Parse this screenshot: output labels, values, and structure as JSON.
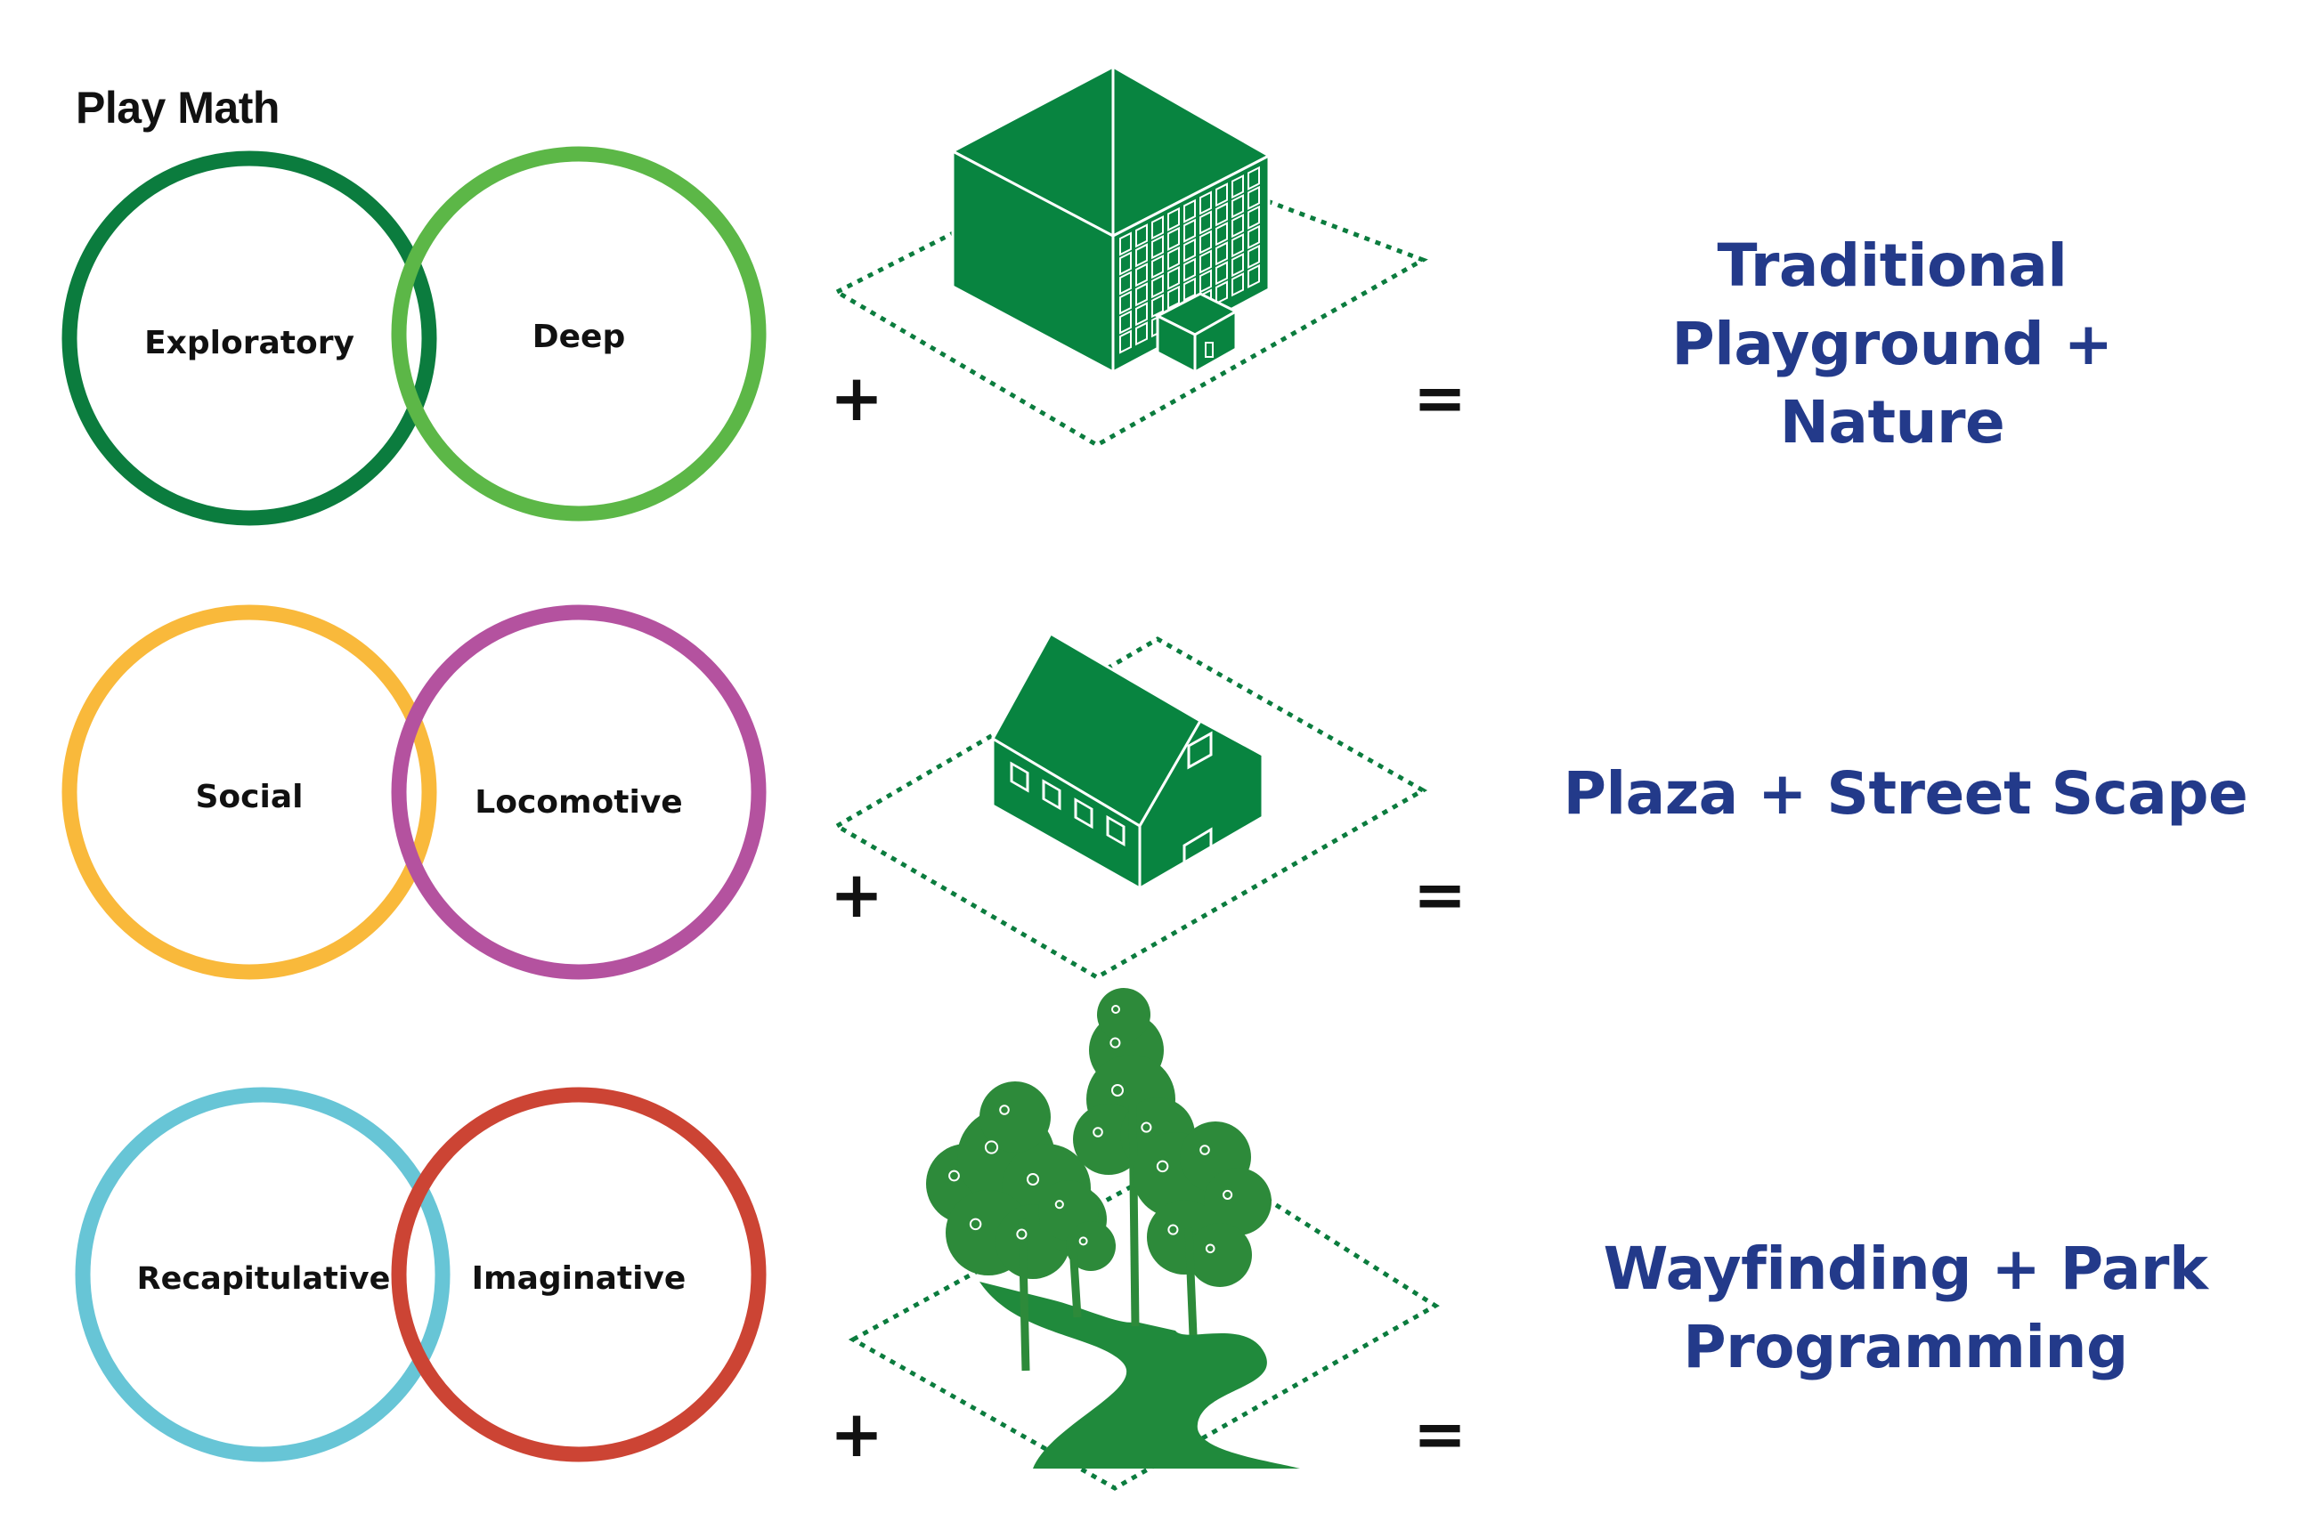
{
  "title": "Play Math",
  "colors": {
    "dark_green": "#0b7c3e",
    "light_green": "#5cb747",
    "yellow": "#f9b93b",
    "purple": "#b4529f",
    "cyan": "#67c5d6",
    "red": "#cc4434",
    "icon_green": "#088440",
    "path_green": "#208a3c",
    "tree_green": "#2d8a3a",
    "result_blue": "#233a8a"
  },
  "operators": {
    "plus": "+",
    "equals": "="
  },
  "rows": [
    {
      "circles": [
        {
          "label": "Exploratory",
          "color": "#0b7c3e"
        },
        {
          "label": "Deep",
          "color": "#5cb747"
        }
      ],
      "icon": "office-building-icon",
      "result_lines": [
        "Traditional",
        "Playground +",
        "Nature"
      ]
    },
    {
      "circles": [
        {
          "label": "Social",
          "color": "#f9b93b"
        },
        {
          "label": "Locomotive",
          "color": "#b4529f"
        }
      ],
      "icon": "house-icon",
      "result_lines": [
        "Plaza + Street Scape"
      ]
    },
    {
      "circles": [
        {
          "label": "Recapitulative",
          "color": "#67c5d6"
        },
        {
          "label": "Imaginative",
          "color": "#cc4434"
        }
      ],
      "icon": "trees-and-path-icon",
      "result_lines": [
        "Wayfinding + Park",
        "Programming"
      ]
    }
  ]
}
